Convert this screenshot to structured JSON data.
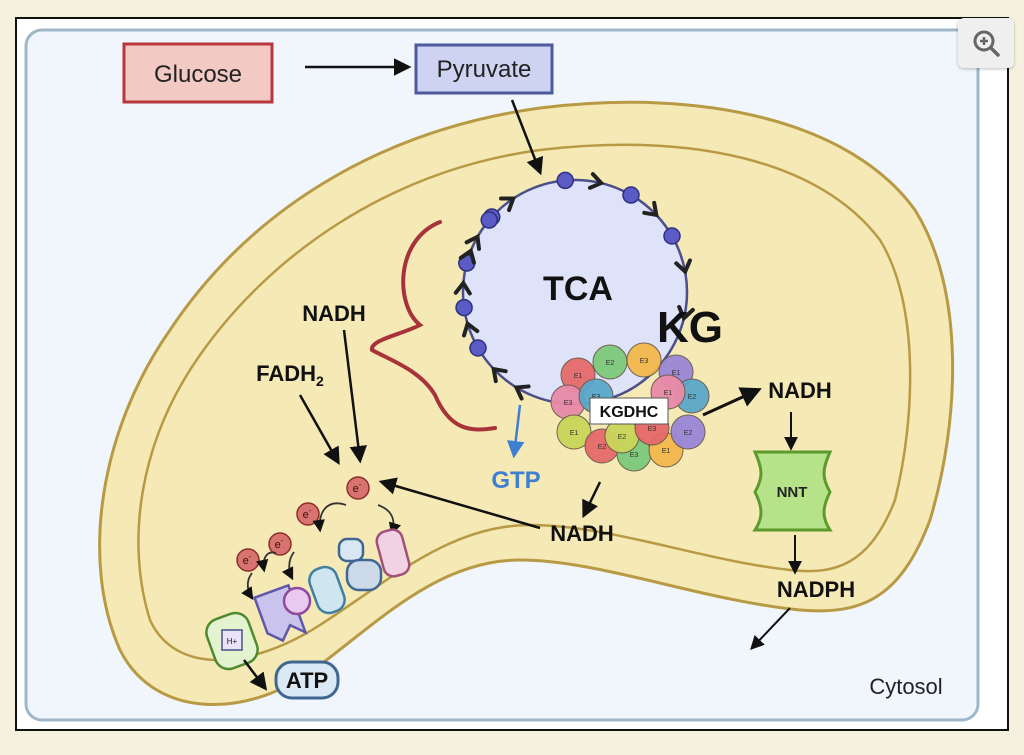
{
  "labels": {
    "glucose": "Glucose",
    "pyruvate": "Pyruvate",
    "tca": "TCA",
    "kg": "KG",
    "kgdhc": "KGDHC",
    "nadh_top_left": "NADH",
    "fadh2": "FADH",
    "fadh2_sub": "2",
    "gtp": "GTP",
    "nadh_right": "NADH",
    "nnt": "NNT",
    "nadph": "NADPH",
    "nadh_bottom": "NADH",
    "atp": "ATP",
    "cytosol": "Cytosol",
    "electron": "e",
    "electron_sup": "-",
    "proton": "H+",
    "e1": "E1",
    "e2": "E2",
    "e3": "E3"
  },
  "colors": {
    "glucose_fill": "#f3c9c4",
    "glucose_stroke": "#b8373d",
    "pyruvate_fill": "#cdd3f0",
    "pyruvate_stroke": "#4d5a9c",
    "cell_fill": "#f0f6fb",
    "mito_fill": "#f5e9b6",
    "mito_stroke": "#b89a45",
    "tca_fill": "#dfe3fa",
    "tca_node": "#5a5bc4",
    "brace": "#a8323a",
    "gtp": "#3d7fd1",
    "nnt_fill": "#b6e38a",
    "nnt_stroke": "#5c9a2c"
  },
  "icons": {
    "zoom": "zoom-in-icon"
  }
}
